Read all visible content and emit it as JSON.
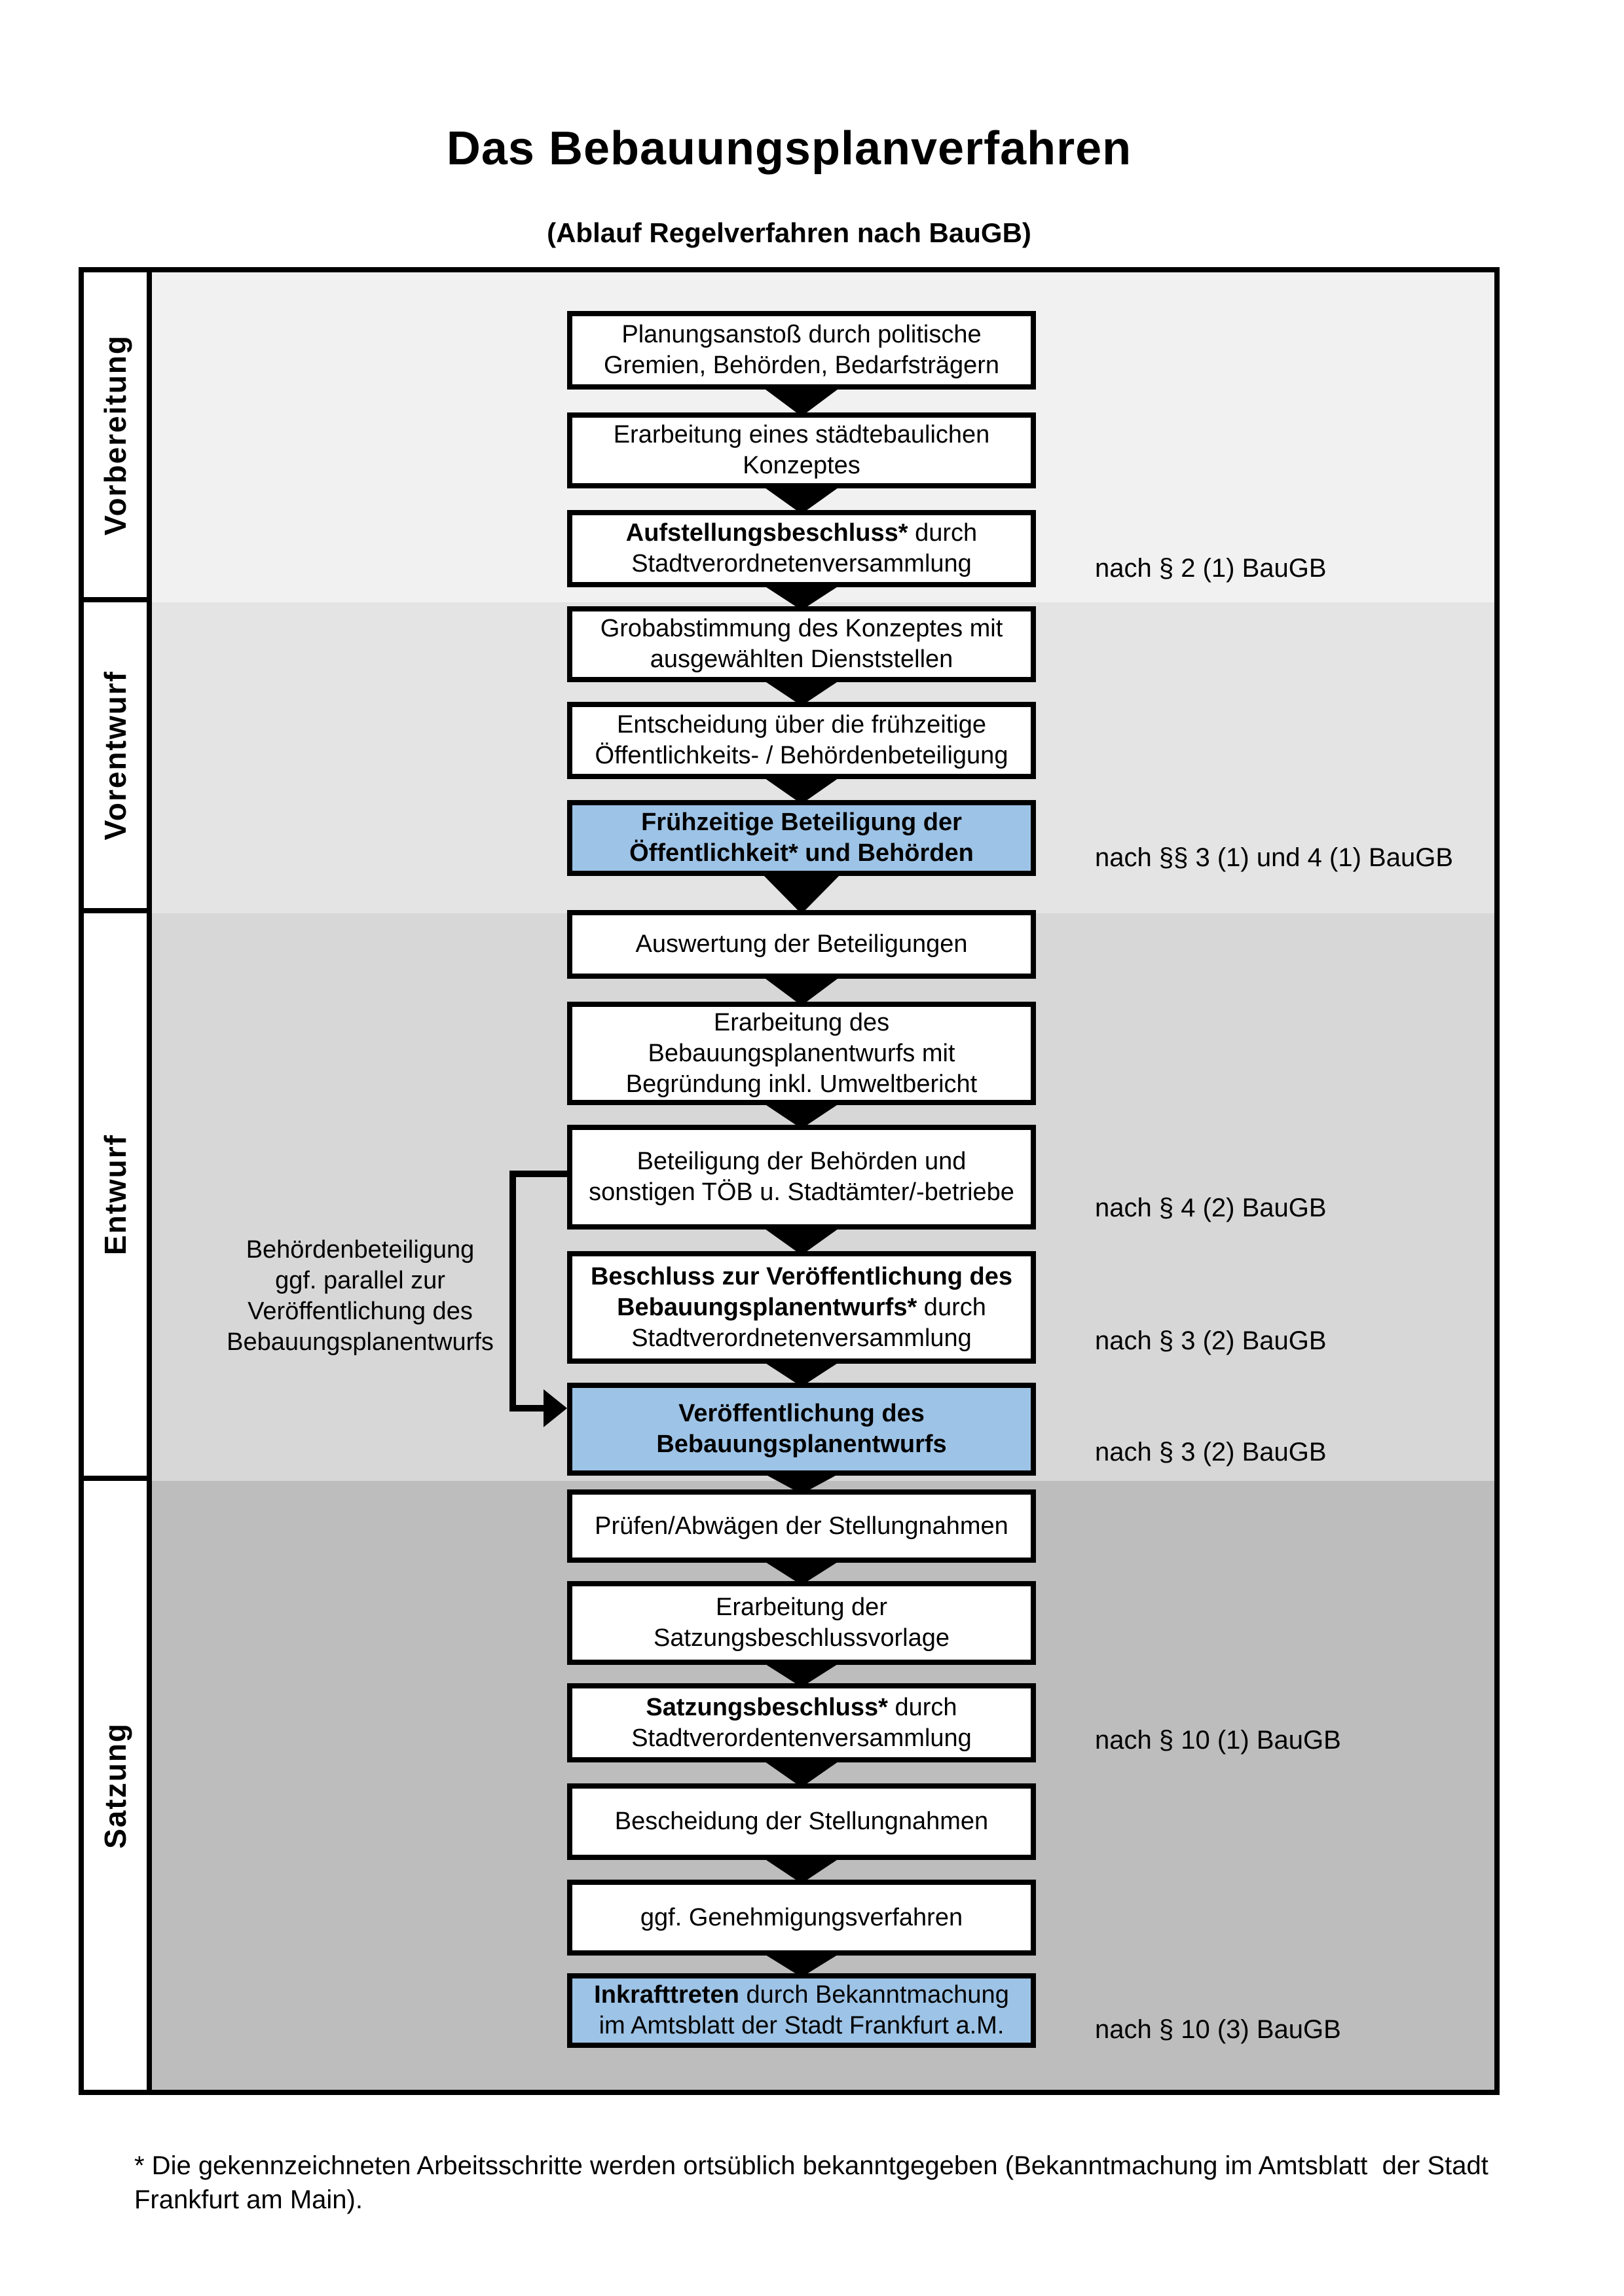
{
  "title": "Das Bebauungsplanverfahren",
  "subtitle": "(Ablauf Regelverfahren nach BauGB)",
  "phases": [
    {
      "label": "Vorbereitung"
    },
    {
      "label": "Vorentwurf"
    },
    {
      "label": "Entwurf"
    },
    {
      "label": "Satzung"
    }
  ],
  "steps": [
    {
      "runs": [
        "Planungsanstoß durch politische\nGremien, Behörden, Bedarfsträgern"
      ],
      "highlighted": false
    },
    {
      "runs": [
        "Erarbeitung eines städtebaulichen\nKonzeptes"
      ],
      "highlighted": false
    },
    {
      "runs": [
        "Aufstellungsbeschluss*",
        " durch\nStadtverordnetenversammlung"
      ],
      "highlighted": false
    },
    {
      "runs": [
        "Grobabstimmung des Konzeptes mit\nausgewählten Dienststellen"
      ],
      "highlighted": false
    },
    {
      "runs": [
        "Entscheidung über die frühzeitige\nÖffentlichkeits- / Behördenbeteiligung"
      ],
      "highlighted": false
    },
    {
      "runs": [
        "Frühzeitige Beteiligung der\nÖffentlichkeit* und Behörden"
      ],
      "highlighted": true
    },
    {
      "runs": [
        "Auswertung der Beteiligungen"
      ],
      "highlighted": false
    },
    {
      "runs": [
        "Erarbeitung des\nBebauungsplanentwurfs mit\nBegründung inkl. Umweltbericht"
      ],
      "highlighted": false
    },
    {
      "runs": [
        "Beteiligung der Behörden und\nsonstigen TÖB u. Stadtämter/-betriebe"
      ],
      "highlighted": false
    },
    {
      "runs": [
        "Beschluss zur Veröffentlichung des\nBebauungsplanentwurfs*",
        " durch\nStadtverordnetenversammlung"
      ],
      "highlighted": false
    },
    {
      "runs": [
        "Veröffentlichung des\nBebauungsplanentwurfs"
      ],
      "highlighted": true
    },
    {
      "runs": [
        "Prüfen/Abwägen der Stellungnahmen"
      ],
      "highlighted": false
    },
    {
      "runs": [
        "Erarbeitung der\nSatzungsbeschlussvorlage"
      ],
      "highlighted": false
    },
    {
      "runs": [
        "Satzungsbeschluss*",
        " durch\nStadtverordentenversammlung"
      ],
      "highlighted": false
    },
    {
      "runs": [
        "Bescheidung der Stellungnahmen"
      ],
      "highlighted": false
    },
    {
      "runs": [
        "ggf. Genehmigungsverfahren"
      ],
      "highlighted": false
    },
    {
      "runs": [
        "Inkrafttreten",
        " durch Bekanntmachung\nim Amtsblatt der Stadt Frankfurt a.M."
      ],
      "highlighted": true
    }
  ],
  "laws": [
    {
      "text": "nach § 2 (1) BauGB"
    },
    {
      "text": "nach §§ 3 (1) und 4 (1) BauGB"
    },
    {
      "text": "nach § 4 (2) BauGB"
    },
    {
      "text": "nach § 3 (2) BauGB"
    },
    {
      "text": "nach § 3 (2) BauGB"
    },
    {
      "text": "nach § 10 (1) BauGB"
    },
    {
      "text": "nach § 10 (3) BauGB"
    }
  ],
  "annotation": {
    "text": "Behördenbeteiligung\nggf. parallel zur\nVeröffentlichung des\nBebauungsplanentwurfs"
  },
  "footnote": "* Die gekennzeichneten Arbeitsschritte werden ortsüblich bekanntgegeben (Bekanntmachung im Amtsblatt  der Stadt\nFrankfurt am Main).",
  "colors": {
    "highlight_blue": "#9dc3e6",
    "phase_bg_vorbereitung": "#f1f1f1",
    "phase_bg_vorentwurf": "#e4e4e4",
    "phase_bg_entwurf": "#d7d7d7",
    "phase_bg_satzung": "#bdbdbd",
    "line_black": "#000000"
  }
}
